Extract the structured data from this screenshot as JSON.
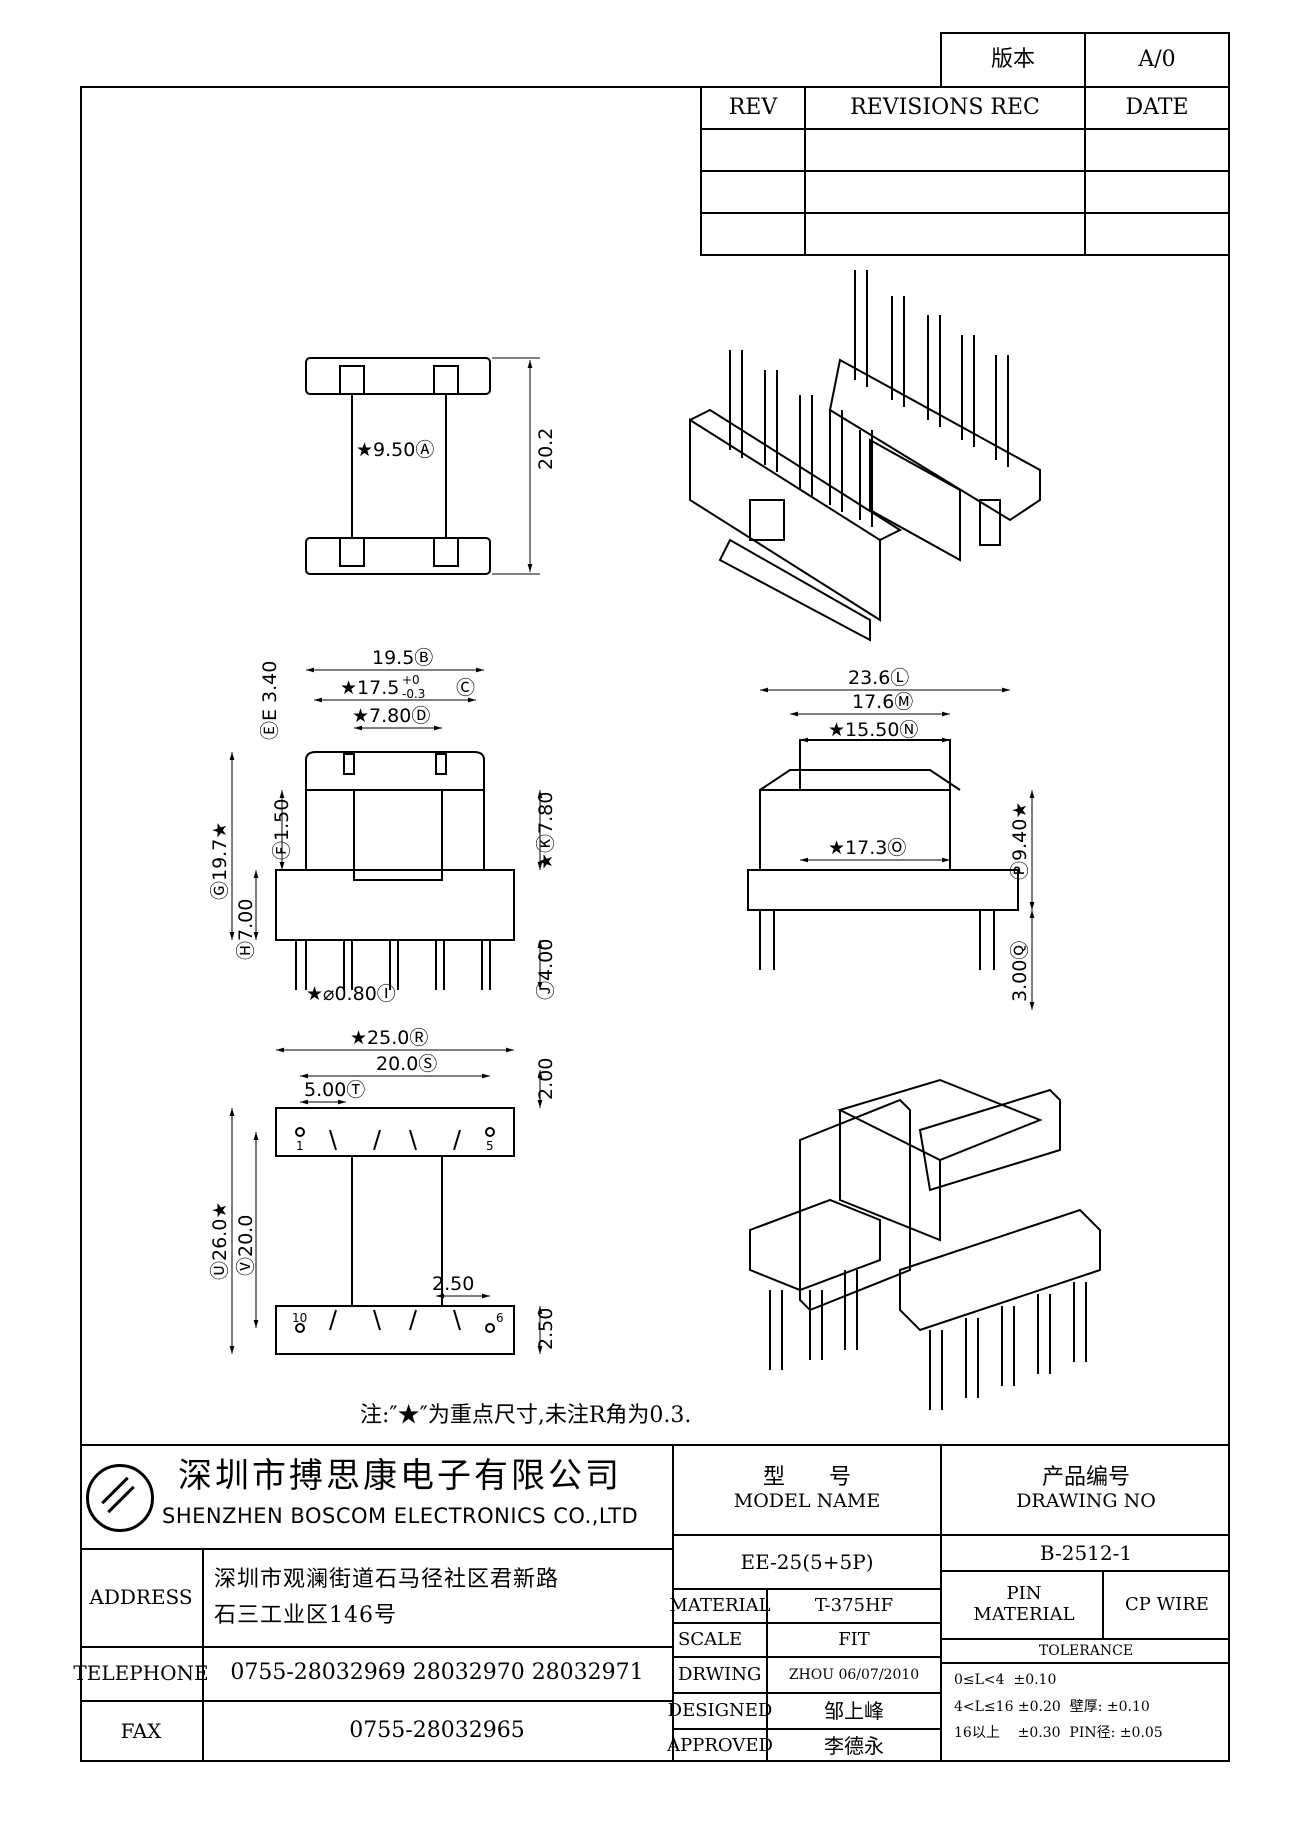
{
  "version_label": "版本",
  "version_value": "A/0",
  "revisions": {
    "headers": [
      "REV",
      "REVISIONS REC",
      "DATE"
    ]
  },
  "drawing": {
    "top_view": {
      "dims": [
        "★9.50Ⓐ",
        "20.2"
      ]
    },
    "front_view": {
      "dims": [
        "19.5Ⓑ",
        "★17.5",
        "+0",
        "-0.3",
        "Ⓒ",
        "★7.80Ⓓ",
        "ⒺE 3.40",
        "Ⓕ1.50",
        "Ⓖ19.7★",
        "Ⓗ7.00",
        "★Ⓚ7.80",
        "★⌀0.80Ⓘ",
        "Ⓙ4.00"
      ]
    },
    "side_view": {
      "dims": [
        "23.6Ⓛ",
        "17.6Ⓜ",
        "★15.50Ⓝ",
        "★17.3Ⓞ",
        "Ⓟ9.40★",
        "3.00Ⓠ"
      ]
    },
    "bottom_view": {
      "dims": [
        "★25.0Ⓡ",
        "20.0Ⓢ",
        "5.00Ⓣ",
        "2.00",
        "Ⓤ26.0★",
        "Ⓥ20.0",
        "2.50",
        "2.50"
      ],
      "pins": [
        "1",
        "5",
        "10",
        "6"
      ]
    },
    "note": "注:″★″为重点尺寸,未注R角为0.3."
  },
  "company": {
    "name_cn": "深圳市搏思康电子有限公司",
    "name_en": "SHENZHEN BOSCOM ELECTRONICS CO.,LTD",
    "address_label": "ADDRESS",
    "address_line1": "深圳市观澜街道石马径社区君新路",
    "address_line2": "石三工业区146号",
    "telephone_label": "TELEPHONE",
    "telephone_value": "0755-28032969 28032970 28032971",
    "fax_label": "FAX",
    "fax_value": "0755-28032965"
  },
  "title_block": {
    "model_label_cn": "型　　号",
    "model_label_en": "MODEL NAME",
    "model_value": "EE-25(5+5P)",
    "drawing_no_label_cn": "产品编号",
    "drawing_no_label_en": "DRAWING NO",
    "drawing_no_value": "B-2512-1",
    "material_label": "MATERIAL",
    "material_value": "T-375HF",
    "scale_label": "SCALE",
    "scale_value": "FIT",
    "drwing_label": "DRWING",
    "drwing_value": "ZHOU 06/07/2010",
    "designed_label": "DESIGNED",
    "designed_value": "邹上峰",
    "approved_label": "APPROVED",
    "approved_value": "李德永",
    "pin_material_label": "PIN MATERIAL",
    "pin_material_value": "CP WIRE",
    "tolerance_label": "TOLERANCE",
    "tolerance_lines": [
      "0≤L<4  ±0.10",
      "4<L≤16 ±0.20  壁厚: ±0.10",
      "16以上    ±0.30  PIN径: ±0.05"
    ]
  }
}
